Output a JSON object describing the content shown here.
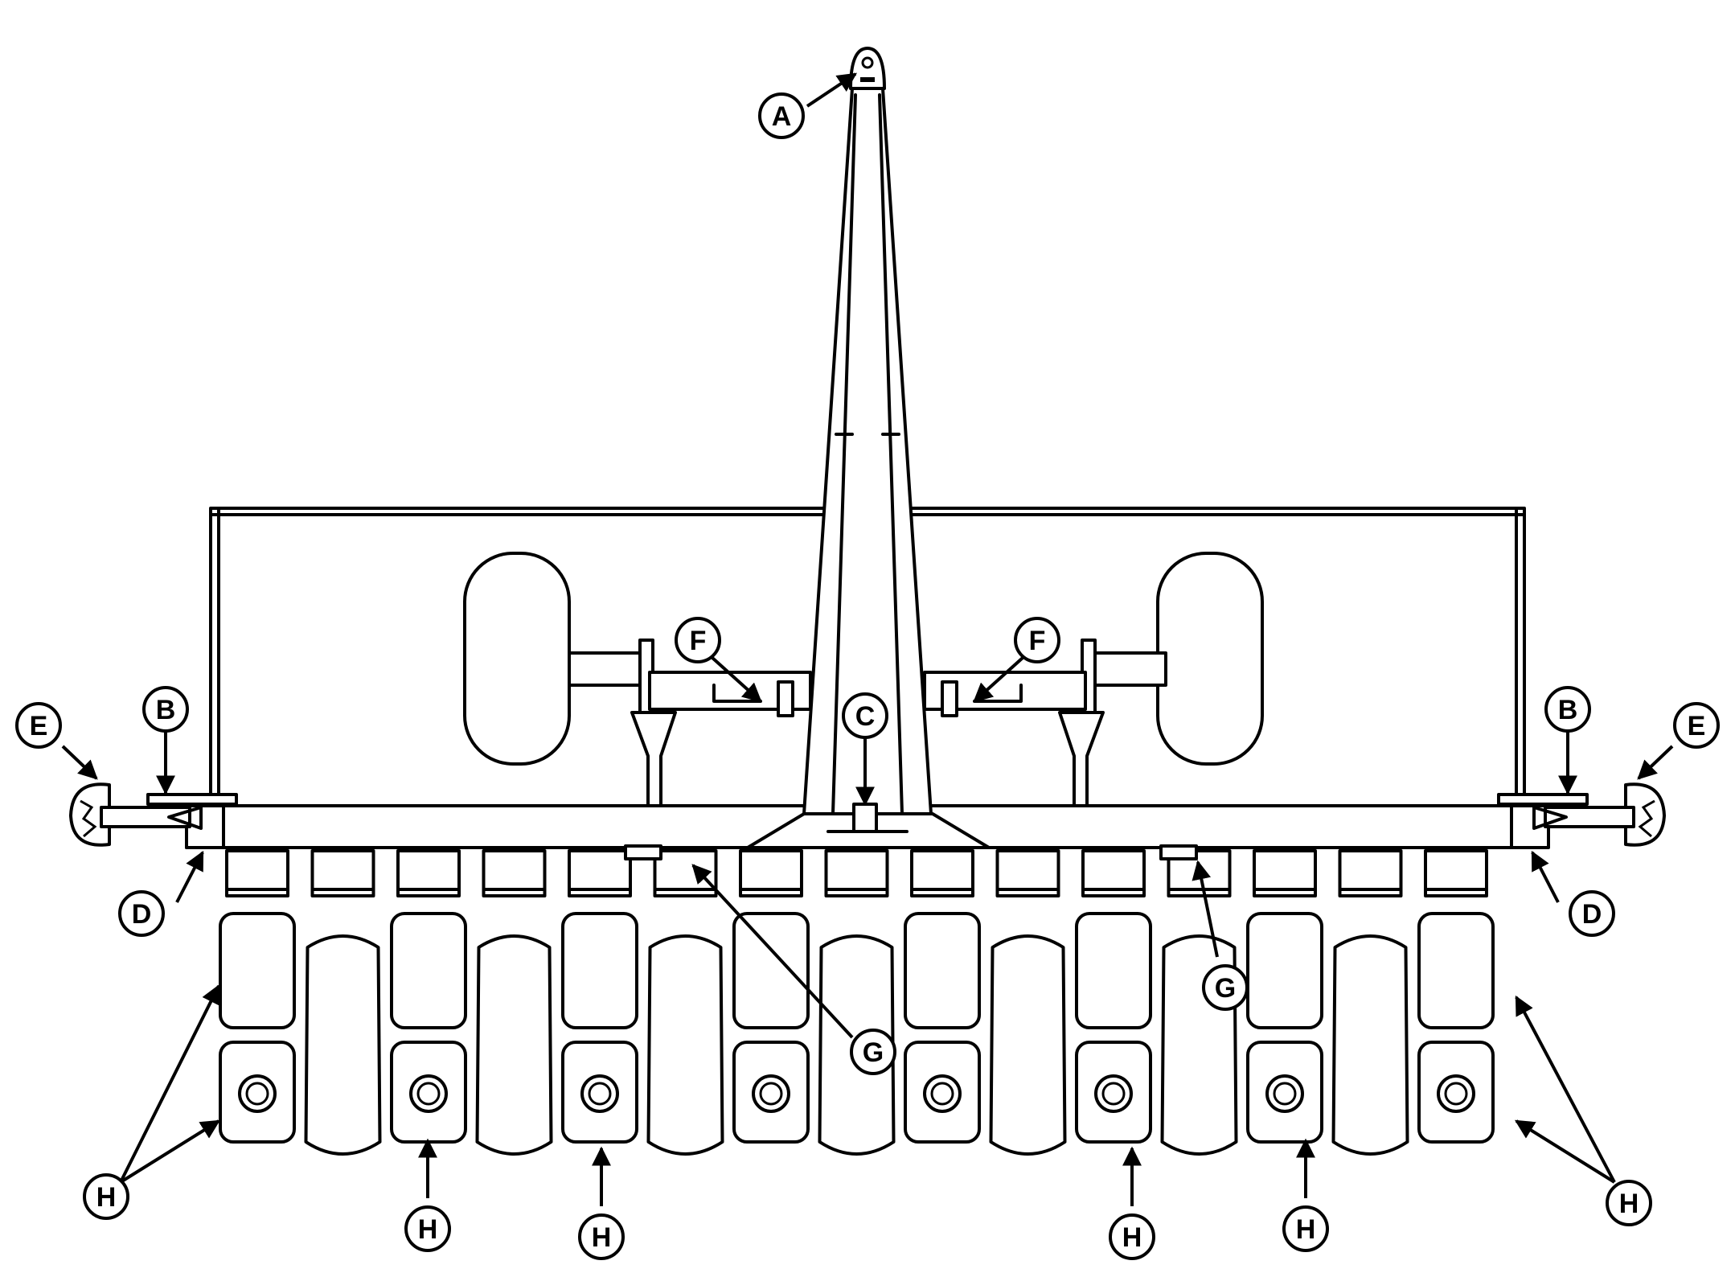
{
  "callouts": [
    {
      "id": "A",
      "label": "A"
    },
    {
      "id": "B-left",
      "label": "B"
    },
    {
      "id": "B-right",
      "label": "B"
    },
    {
      "id": "C",
      "label": "C"
    },
    {
      "id": "D-left",
      "label": "D"
    },
    {
      "id": "D-right",
      "label": "D"
    },
    {
      "id": "E-left",
      "label": "E"
    },
    {
      "id": "E-right",
      "label": "E"
    },
    {
      "id": "F-left",
      "label": "F"
    },
    {
      "id": "F-right",
      "label": "F"
    },
    {
      "id": "G-left",
      "label": "G"
    },
    {
      "id": "G-right",
      "label": "G"
    },
    {
      "id": "H-1",
      "label": "H"
    },
    {
      "id": "H-2",
      "label": "H"
    },
    {
      "id": "H-3",
      "label": "H"
    },
    {
      "id": "H-4",
      "label": "H"
    },
    {
      "id": "H-5",
      "label": "H"
    },
    {
      "id": "H-6",
      "label": "H"
    }
  ]
}
